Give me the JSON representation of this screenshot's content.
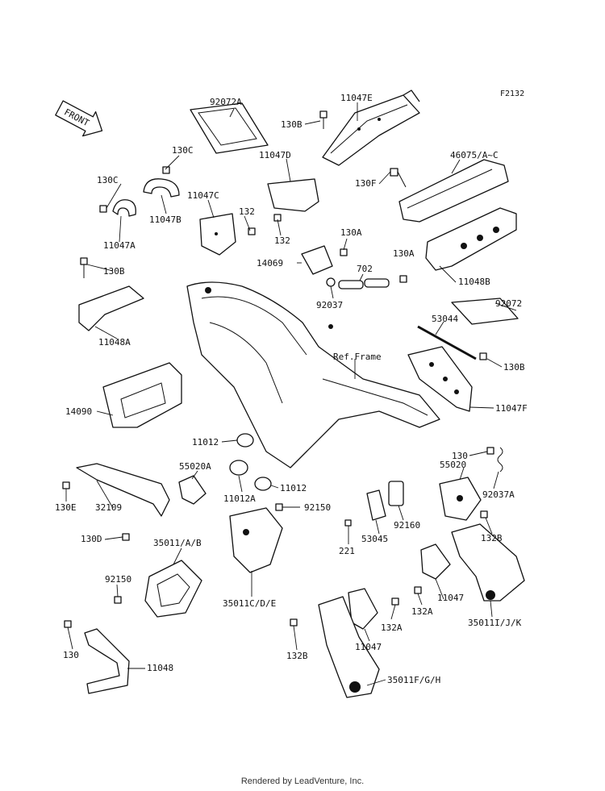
{
  "figure_code": "F2132",
  "front_arrow_label": "FRONT",
  "frame_ref_label": "Ref.Frame",
  "footer": "Rendered by LeadVenture, Inc.",
  "part_labels": {
    "p92072A": "92072A",
    "p11047E": "11047E",
    "p130B_top": "130B",
    "p130C_a": "130C",
    "p130C_b": "130C",
    "p11047D": "11047D",
    "p46075": "46075/A~C",
    "p11047C": "11047C",
    "p130F": "130F",
    "p132_a": "132",
    "p132_b": "132",
    "p11047B": "11047B",
    "p11047A": "11047A",
    "p130A_a": "130A",
    "p130A_b": "130A",
    "p14069": "14069",
    "p702": "702",
    "p130B_left": "130B",
    "p11048B": "11048B",
    "p92037": "92037",
    "p92072": "92072",
    "p53044": "53044",
    "p11048A": "11048A",
    "p130B_right": "130B",
    "p11047F": "11047F",
    "p14090": "14090",
    "p11012_a": "11012",
    "p55020A": "55020A",
    "p55020": "55020",
    "p130_right": "130",
    "p11012A": "11012A",
    "p11012_b": "11012",
    "p92037A": "92037A",
    "p130E": "130E",
    "p32109": "32109",
    "p92150_a": "92150",
    "p130D": "130D",
    "p53045": "53045",
    "p92160": "92160",
    "p132B_a": "132B",
    "p35011AB": "35011/A/B",
    "p221": "221",
    "p92150_b": "92150",
    "p35011CDE": "35011C/D/E",
    "p11047_a": "11047",
    "p132A_a": "132A",
    "p35011IJK": "35011I/J/K",
    "p132A_b": "132A",
    "p130_left": "130",
    "p11048": "11048",
    "p132B_b": "132B",
    "p11047_b": "11047",
    "p35011FGH": "35011F/G/H"
  }
}
